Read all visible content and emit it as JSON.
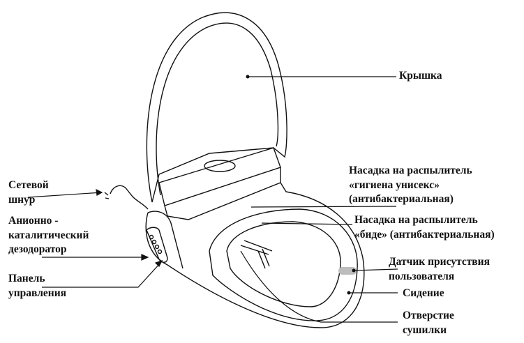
{
  "labels": {
    "lid": [
      "Крышка"
    ],
    "unisex_nozzle": [
      "Насадка на распылитель",
      "«гигиена унисекс»",
      "(антибактериальная)"
    ],
    "bidet_nozzle": [
      "Насадка на распылитель",
      "«биде» (антибактериальная)"
    ],
    "sensor": [
      "Датчик присутствия",
      "пользователя"
    ],
    "seat": [
      "Сидение"
    ],
    "dryer": [
      "Отверстие",
      "сушилки"
    ],
    "cord": [
      "Сетевой",
      "шнур"
    ],
    "deodorizer": [
      "Анионно -",
      "каталитический",
      "дезодоратор"
    ],
    "panel": [
      "Панель",
      "управления"
    ]
  },
  "colors": {
    "line": "#111111",
    "sensor": "#bdbdbd"
  }
}
